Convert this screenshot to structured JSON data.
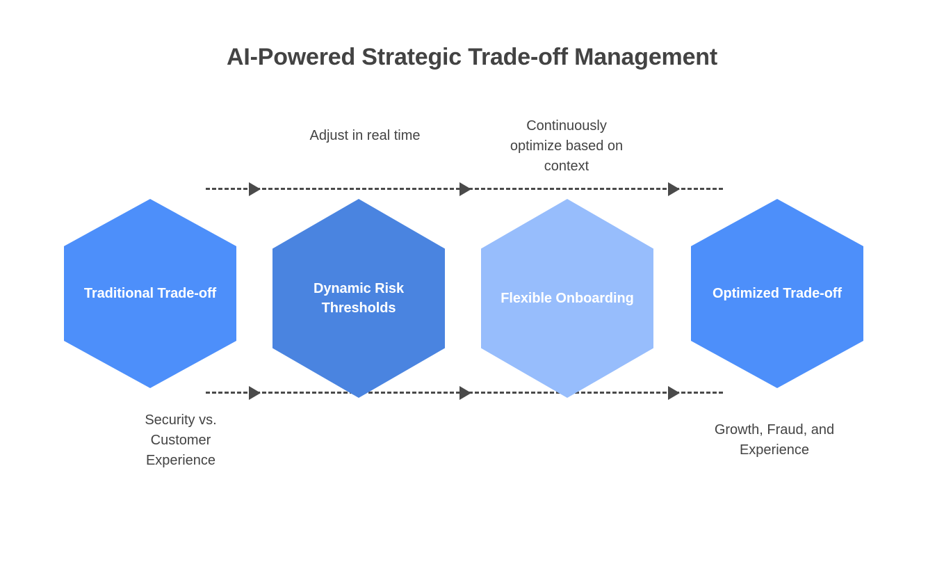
{
  "title": "AI-Powered Strategic Trade-off Management",
  "colors": {
    "title_text": "#434343",
    "caption_text": "#434343",
    "arrow": "#4a4a4a",
    "hex_primary": "#4d8ffa",
    "hex_deep": "#4a84e0",
    "hex_light": "#97bdfc",
    "background": "#ffffff"
  },
  "stages": [
    {
      "id": "traditional-trade-off",
      "label": "Traditional Trade-off",
      "color": "#4d8ffa"
    },
    {
      "id": "dynamic-risk-thresholds",
      "label": "Dynamic Risk\nThresholds",
      "color": "#4a84e0"
    },
    {
      "id": "flexible-onboarding",
      "label": "Flexible Onboarding",
      "color": "#97bdfc"
    },
    {
      "id": "optimized-trade-off",
      "label": "Optimized Trade-off",
      "color": "#4d8ffa"
    }
  ],
  "captions": {
    "adjust_real_time": "Adjust in real time",
    "continuously_optimize": "Continuously\noptimize based on\ncontext",
    "security_vs_experience": "Security vs.\nCustomer\nExperience",
    "growth_fraud_experience": "Growth, Fraud, and\nExperience"
  },
  "flow": {
    "top_arrow_label": "top-flow-arrow",
    "bottom_arrow_label": "bottom-flow-arrow",
    "arrowhead_count": 3
  }
}
